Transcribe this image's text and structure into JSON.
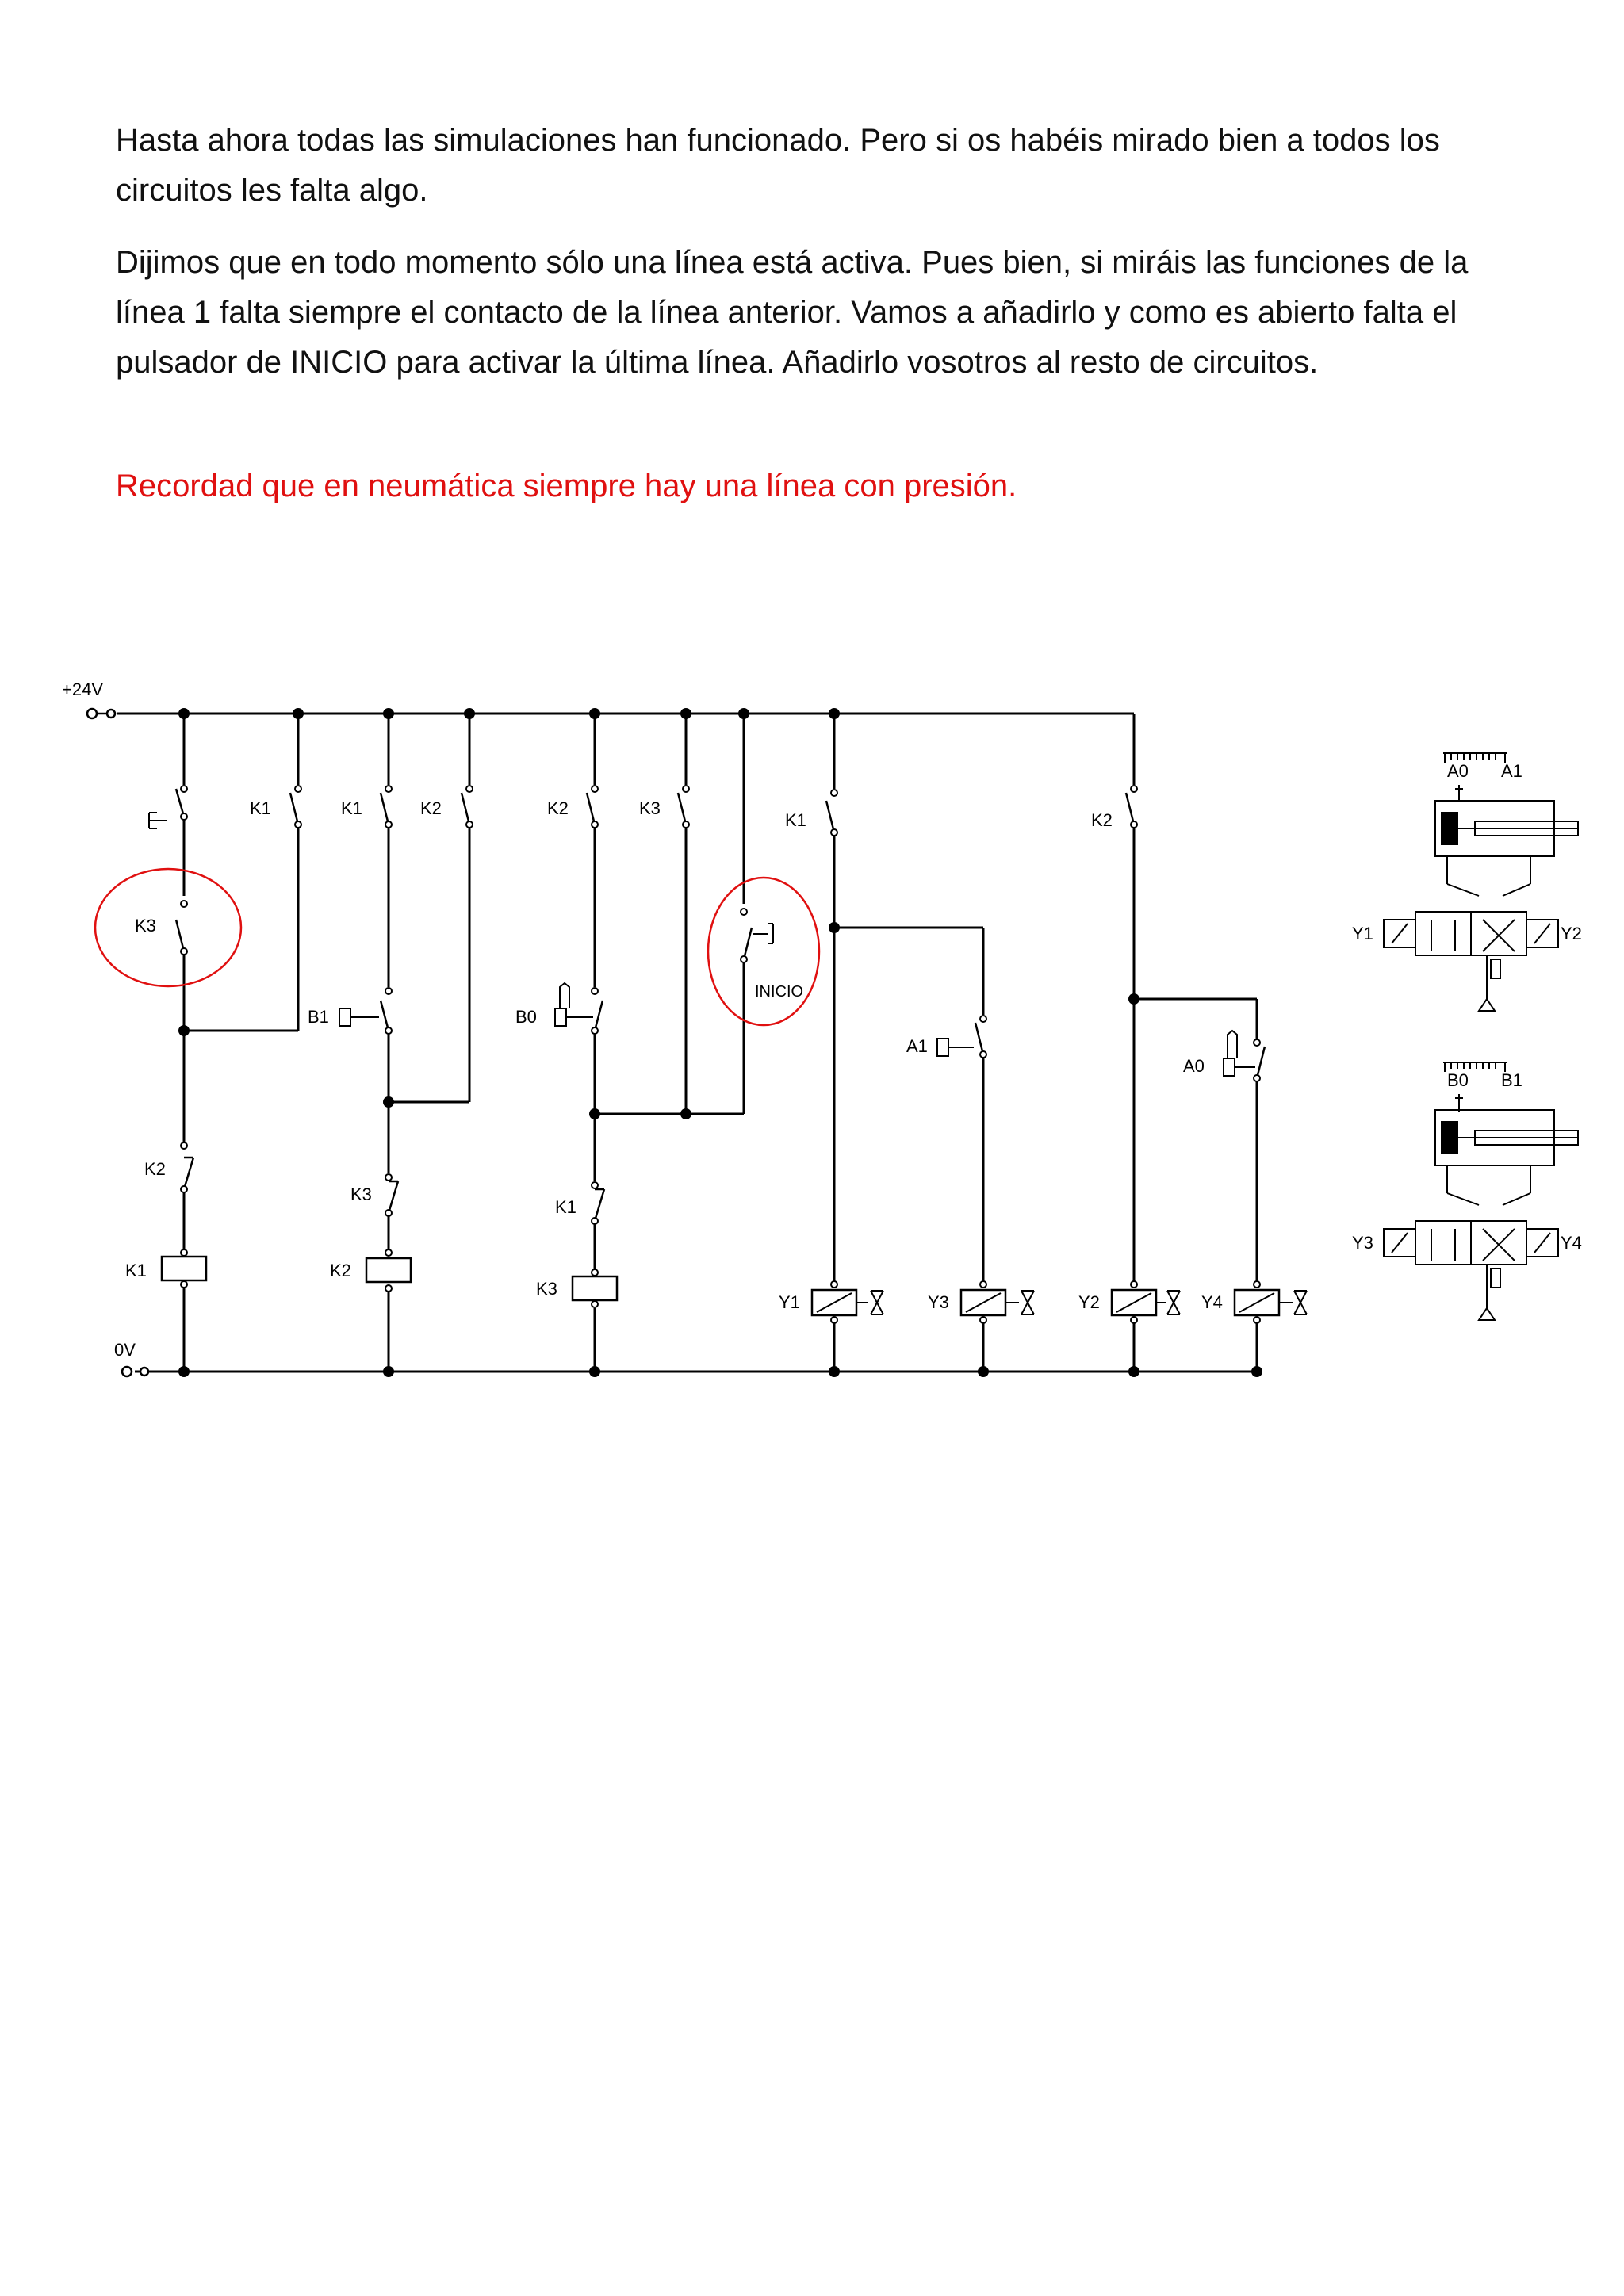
{
  "text": {
    "p1": "Hasta ahora todas las simulaciones han funcionado. Pero si os habéis mirado bien a todos los circuitos les falta algo.",
    "p2": "Dijimos que en todo momento sólo una línea está activa. Pues bien, si miráis las funciones de la línea 1 falta siempre el contacto de la línea anterior. Vamos a añadirlo y como es abierto falta el pulsador de INICIO para activar la última línea. Añadirlo vosotros al resto de circuitos.",
    "p3": "Recordad que en neumática siempre hay una línea con presión."
  },
  "diagram": {
    "supply_label": "+24V",
    "ground_label": "0V",
    "contacts": {
      "r1_k3": "K3",
      "r1_k2": "K2",
      "r1_coil": "K1",
      "r2_k1": "K1",
      "r3_k1": "K1",
      "r3_k2": "K2",
      "r3_b1": "B1",
      "r3_k3": "K3",
      "r3_coil": "K2",
      "r5_k2": "K2",
      "r6_k3": "K3",
      "r5_b0": "B0",
      "r5_k1": "K1",
      "r5_coil": "K3",
      "inicio": "INICIO",
      "r8_k1": "K1",
      "r8_a1": "A1",
      "r8_y1": "Y1",
      "r8_y3": "Y3",
      "r10_k2": "K2",
      "r10_a0": "A0",
      "r10_y2": "Y2",
      "r10_y4": "Y4"
    },
    "cylinder_a": {
      "sensor_left": "A0",
      "sensor_right": "A1",
      "valve_left": "Y1",
      "valve_right": "Y2"
    },
    "cylinder_b": {
      "sensor_left": "B0",
      "sensor_right": "B1",
      "valve_left": "Y3",
      "valve_right": "Y4"
    },
    "highlight_color": "#e01010"
  }
}
